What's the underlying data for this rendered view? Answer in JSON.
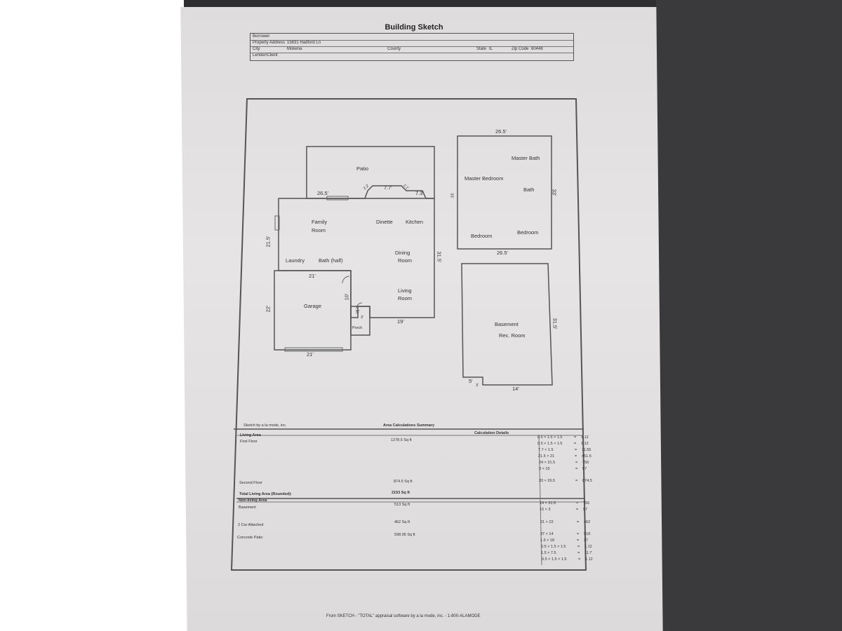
{
  "sheet": {
    "title": "Building Sketch",
    "header": {
      "borrower_label": "Borrower",
      "property_label": "Property Address",
      "property_value": "15831 Hadford Ln",
      "city_label": "City",
      "city_value": "Mokena",
      "county_label": "County",
      "state_label": "State",
      "state_value": "IL",
      "zip_label": "Zip Code",
      "zip_value": "60448",
      "lender_label": "Lender/Client"
    },
    "rooms": {
      "patio": "Patio",
      "family": "Family",
      "room": "Room",
      "dinette": "Dinette",
      "kitchen": "Kitchen",
      "dining": "Dining",
      "dining_room": "Room",
      "laundry": "Laundry",
      "bath_half": "Bath (half)",
      "living": "Living",
      "living_room": "Room",
      "garage": "Garage",
      "porch": "Porch",
      "master_bath": "Master Bath",
      "master_bedroom": "Master Bedroom",
      "bath": "Bath",
      "bedroom1": "Bedroom",
      "bedroom2": "Bedroom",
      "basement": "Basement",
      "rec_room": "Rec. Room"
    },
    "dims": {
      "d26_5a": "26.5'",
      "d2_2": "2.2'",
      "d7_7": "7.7'",
      "d2_1": "2.1'",
      "d7_3": "7.3'",
      "d21_5": "21.5'",
      "d31_5": "31.5'",
      "d21a": "21'",
      "d10": "10'",
      "d5a": "5'",
      "d3": "3'",
      "d19": "19'",
      "d22": "22'",
      "d21b": "21'",
      "d26_5b": "26.5'",
      "d33a": "33'",
      "d33b": "33'",
      "d26_5c": "26.5'",
      "d31_5b": "31.5'",
      "d5b": "5'",
      "d3b": "3'",
      "d14": "14'"
    },
    "summary": {
      "credit": "Sketch by a la mode, inc.",
      "title": "Area Calculations Summary",
      "living_area": "Living Area",
      "calc_details": "Calculation Details",
      "first_floor": "First Floor",
      "first_floor_area": "1278.5 Sq ft",
      "second_floor": "Second Floor",
      "second_floor_area": "874.5 Sq ft",
      "total_label": "Total Living Area (Rounded):",
      "total_value": "2153 Sq ft",
      "non_living": "Non-living Area",
      "basement": "Basement",
      "basement_area": "513 Sq ft",
      "garage": "2 Car Attached",
      "garage_area": "462 Sq ft",
      "patio": "Concrete Patio",
      "patio_area": "598.95 Sq ft",
      "calc_lines": [
        [
          "0.5 × 1.5 × 1.5",
          "=",
          "1.12"
        ],
        [
          "0.5 × 1.5 × 1.5",
          "=",
          "1.12"
        ],
        [
          "7.7 × 1.5",
          "=",
          "11.55"
        ],
        [
          "21.5 × 21",
          "=",
          "451.5"
        ],
        [
          "24 × 31.5",
          "=",
          "756"
        ],
        [
          "3 × 19",
          "=",
          "57"
        ],
        [
          "33 × 26.5",
          "=",
          "874.5"
        ],
        [
          "14 × 31.5",
          "=",
          "756"
        ],
        [
          "15 × 3",
          "=",
          "57"
        ],
        [
          "21 × 22",
          "=",
          "462"
        ],
        [
          "37 × 14",
          "=",
          "518"
        ],
        [
          "1.5 × 18",
          "=",
          "27"
        ],
        [
          "0.5 × 1.5 × 1.5",
          "=",
          "1.12"
        ],
        [
          "1.5 × 7.5",
          "=",
          "11.7"
        ],
        [
          "0.5 × 1.5 × 1.5",
          "=",
          "1.12"
        ]
      ]
    },
    "footer": "From SKETCH - \"TOTAL\" appraisal software by a la mode, inc. - 1-800-ALAMODE"
  }
}
